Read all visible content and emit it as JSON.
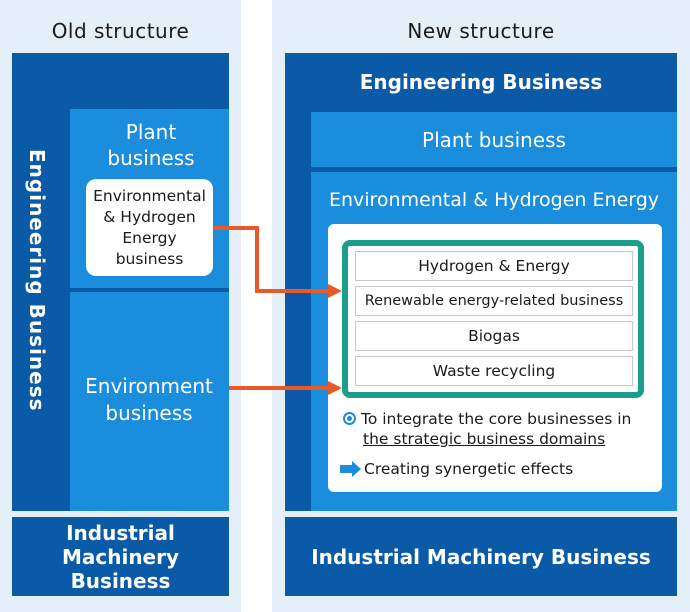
{
  "old": {
    "header": "Old structure",
    "engineering": "Engineering Business",
    "plant": "Plant business",
    "env_hydrogen": "Environmental & Hydrogen Energy business",
    "environment": "Environment business",
    "industrial": "Industrial Machinery Business"
  },
  "new": {
    "header": "New structure",
    "engineering": "Engineering Business",
    "plant": "Plant business",
    "env_hydrogen": "Environmental & Hydrogen Energy",
    "items": [
      "Hydrogen & Energy",
      "Renewable energy-related business",
      "Biogas",
      "Waste recycling"
    ],
    "note1_line1": "To integrate the core businesses in",
    "note1_line2": "the strategic business domains",
    "note2": "Creating synergetic effects",
    "industrial": "Industrial Machinery Business"
  },
  "colors": {
    "dark_blue": "#0b5aa8",
    "mid_blue": "#1a8ddc",
    "light_panel": "#e4eff9",
    "teal_border": "#1b9e8a",
    "arrow_orange": "#e8592a",
    "bullet_blue": "#1a8ddc"
  },
  "icons": [
    "circle-bullet-icon",
    "arrow-right-icon"
  ]
}
